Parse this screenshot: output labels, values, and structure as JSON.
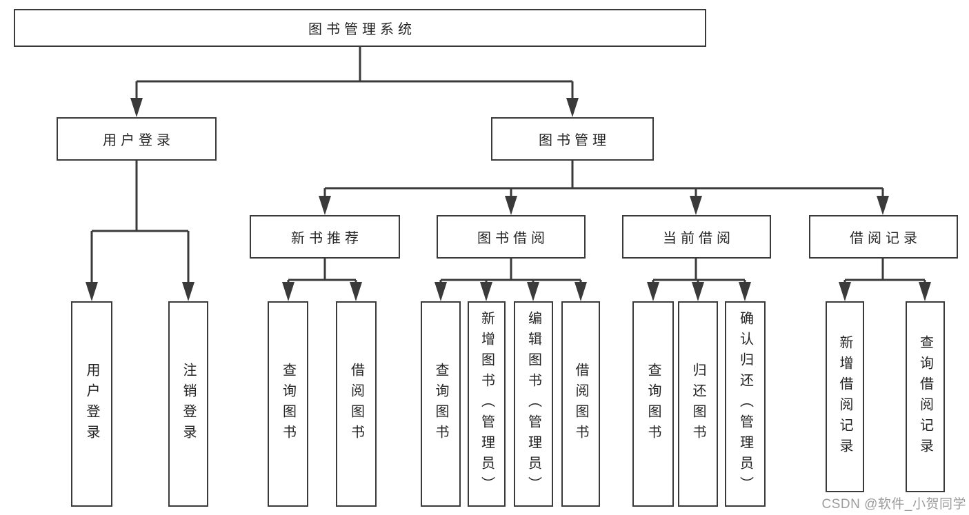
{
  "root": {
    "label": "图书管理系统"
  },
  "level2": [
    {
      "label": "用户登录"
    },
    {
      "label": "图书管理"
    }
  ],
  "level3": [
    {
      "label": "新书推荐"
    },
    {
      "label": "图书借阅"
    },
    {
      "label": "当前借阅"
    },
    {
      "label": "借阅记录"
    }
  ],
  "leaves": {
    "login": [
      {
        "label": "用户登录"
      },
      {
        "label": "注销登录"
      }
    ],
    "new_books": [
      {
        "label": "查询图书"
      },
      {
        "label": "借阅图书"
      }
    ],
    "book_borrow": [
      {
        "label": "查询图书"
      },
      {
        "label": "新增图书（管理员）"
      },
      {
        "label": "编辑图书（管理员）"
      },
      {
        "label": "借阅图书"
      }
    ],
    "current_borrow": [
      {
        "label": "查询图书"
      },
      {
        "label": "归还图书"
      },
      {
        "label": "确认归还（管理员）"
      }
    ],
    "records": [
      {
        "label": "新增借阅记录"
      },
      {
        "label": "查询借阅记录"
      }
    ]
  },
  "watermark": {
    "text": "CSDN @软件_小贺同学"
  },
  "colors": {
    "line": "#3a3a3a",
    "box_border": "#3a3a3a",
    "text": "#242424",
    "watermark": "#9c9c9c",
    "background": "#ffffff"
  }
}
